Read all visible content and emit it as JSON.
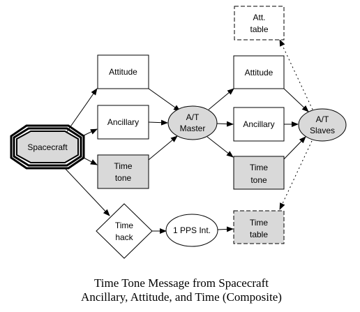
{
  "nodes": {
    "att_table": [
      "Att.",
      "table"
    ],
    "attitude_left": "Attitude",
    "ancillary_left": "Ancillary",
    "time_tone_left": [
      "Time",
      "tone"
    ],
    "spacecraft": "Spacecraft",
    "at_master": [
      "A/T",
      "Master"
    ],
    "attitude_right": "Attitude",
    "ancillary_right": "Ancillary",
    "time_tone_right": [
      "Time",
      "tone"
    ],
    "at_slaves": [
      "A/T",
      "Slaves"
    ],
    "time_hack": [
      "Time",
      "hack"
    ],
    "pps_int": "1 PPS Int.",
    "time_table": [
      "Time",
      "table"
    ]
  },
  "caption": {
    "line1": "Time Tone Message from Spacecraft",
    "line2": "Ancillary, Attitude, and Time (Composite)"
  },
  "colors": {
    "shaded_fill": "#d9d9d9",
    "stroke": "#000000",
    "background": "#ffffff"
  }
}
